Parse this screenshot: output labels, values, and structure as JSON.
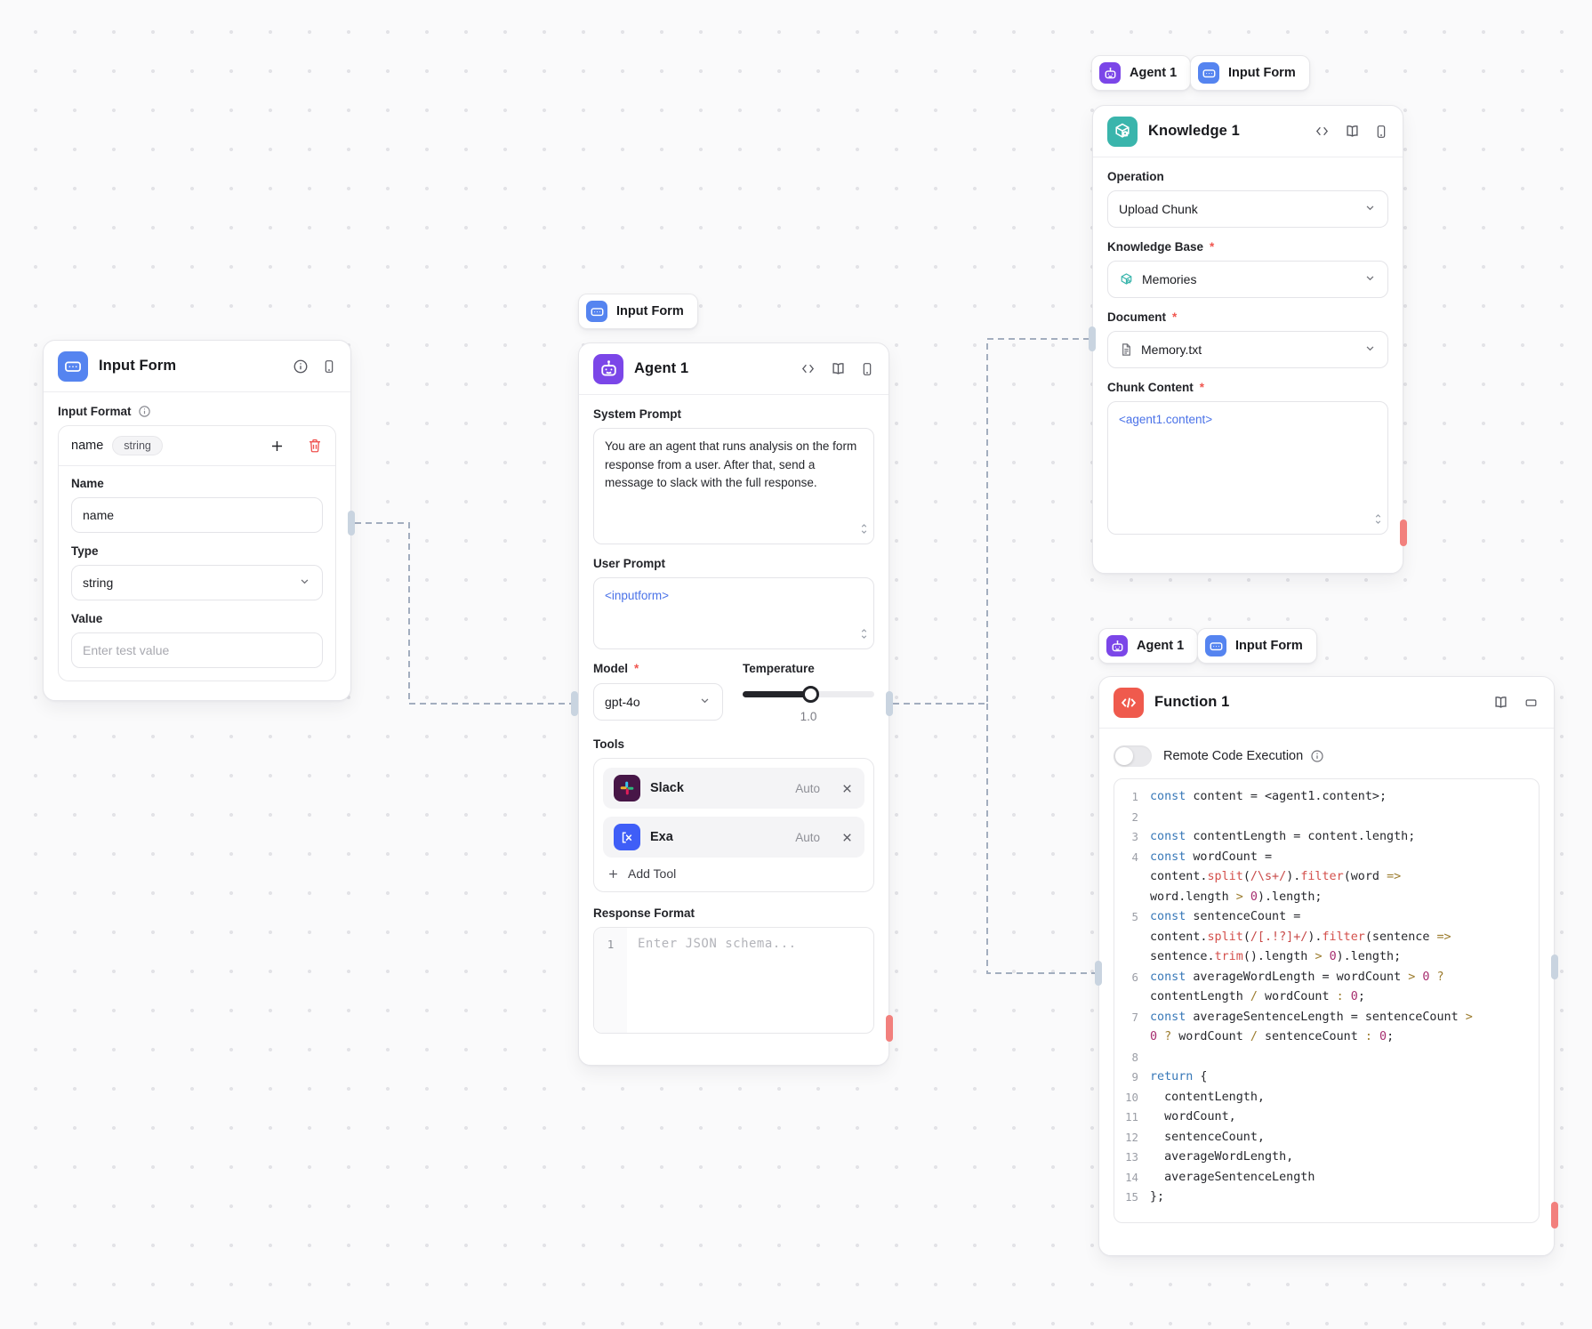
{
  "colors": {
    "agent_accent": "#7b46e8",
    "input_form_accent": "#5584f0",
    "knowledge_accent": "#3ab5ac",
    "function_accent": "#ef5a4d",
    "slack_tile": "#471647",
    "exa_tile": "#3f5ef7",
    "handle": "#c9d4e0",
    "error_handle": "#f2807d",
    "template_tag": "#4a72e8"
  },
  "pills": {
    "above_agent": [
      {
        "label": "Input Form"
      }
    ],
    "above_knowledge": [
      {
        "label": "Agent 1"
      },
      {
        "label": "Input Form"
      }
    ],
    "above_function": [
      {
        "label": "Agent 1"
      },
      {
        "label": "Input Form"
      }
    ]
  },
  "input_form_node": {
    "title": "Input Form",
    "input_format_label": "Input Format",
    "field_row": {
      "name": "name",
      "type_badge": "string"
    },
    "name_label": "Name",
    "name_value": "name",
    "type_label": "Type",
    "type_value": "string",
    "value_label": "Value",
    "value_placeholder": "Enter test value"
  },
  "agent_node": {
    "title": "Agent 1",
    "system_prompt_label": "System Prompt",
    "system_prompt_value": "You are an agent that runs analysis on the form response from a user. After that, send a message to slack with the full response.",
    "user_prompt_label": "User Prompt",
    "user_prompt_value": "<inputform>",
    "model_label": "Model",
    "model_value": "gpt-4o",
    "temperature_label": "Temperature",
    "temperature_value": "1.0",
    "tools_label": "Tools",
    "tools": [
      {
        "name": "Slack",
        "mode": "Auto"
      },
      {
        "name": "Exa",
        "mode": "Auto"
      }
    ],
    "add_tool_label": "Add Tool",
    "response_format_label": "Response Format",
    "response_format_gutter": "1",
    "response_format_placeholder": "Enter JSON schema..."
  },
  "knowledge_node": {
    "title": "Knowledge 1",
    "operation_label": "Operation",
    "operation_value": "Upload Chunk",
    "knowledge_base_label": "Knowledge Base",
    "knowledge_base_value": "Memories",
    "document_label": "Document",
    "document_value": "Memory.txt",
    "chunk_content_label": "Chunk Content",
    "chunk_content_value": "<agent1.content>"
  },
  "function_node": {
    "title": "Function 1",
    "remote_toggle_label": "Remote Code Execution",
    "code_rows": [
      {
        "n": "1",
        "parts": [
          [
            "kw",
            "const"
          ],
          [
            "pl",
            " content = <agent1.content>;"
          ]
        ]
      },
      {
        "n": "2",
        "parts": []
      },
      {
        "n": "3",
        "parts": [
          [
            "kw",
            "const"
          ],
          [
            "pl",
            " contentLength = content.length;"
          ]
        ]
      },
      {
        "n": "4",
        "parts": [
          [
            "kw",
            "const"
          ],
          [
            "pl",
            " wordCount ="
          ]
        ]
      },
      {
        "n": "",
        "parts": [
          [
            "pl",
            "content."
          ],
          [
            "fn",
            "split"
          ],
          [
            "pl",
            "("
          ],
          [
            "re",
            "/\\s+/"
          ],
          [
            "pl",
            ")."
          ],
          [
            "fn",
            "filter"
          ],
          [
            "pl",
            "(word "
          ],
          [
            "op",
            "=>"
          ]
        ]
      },
      {
        "n": "",
        "parts": [
          [
            "pl",
            "word.length "
          ],
          [
            "op",
            ">"
          ],
          [
            "pl",
            " "
          ],
          [
            "num",
            "0"
          ],
          [
            "pl",
            ").length;"
          ]
        ]
      },
      {
        "n": "5",
        "parts": [
          [
            "kw",
            "const"
          ],
          [
            "pl",
            " sentenceCount ="
          ]
        ]
      },
      {
        "n": "",
        "parts": [
          [
            "pl",
            "content."
          ],
          [
            "fn",
            "split"
          ],
          [
            "pl",
            "("
          ],
          [
            "re",
            "/[.!?]+/"
          ],
          [
            "pl",
            ")."
          ],
          [
            "fn",
            "filter"
          ],
          [
            "pl",
            "(sentence "
          ],
          [
            "op",
            "=>"
          ]
        ]
      },
      {
        "n": "",
        "parts": [
          [
            "pl",
            "sentence."
          ],
          [
            "fn",
            "trim"
          ],
          [
            "pl",
            "().length "
          ],
          [
            "op",
            ">"
          ],
          [
            "pl",
            " "
          ],
          [
            "num",
            "0"
          ],
          [
            "pl",
            ").length;"
          ]
        ]
      },
      {
        "n": "6",
        "parts": [
          [
            "kw",
            "const"
          ],
          [
            "pl",
            " averageWordLength = wordCount "
          ],
          [
            "op",
            ">"
          ],
          [
            "pl",
            " "
          ],
          [
            "num",
            "0"
          ],
          [
            "pl",
            " "
          ],
          [
            "op",
            "?"
          ]
        ]
      },
      {
        "n": "",
        "parts": [
          [
            "pl",
            "contentLength "
          ],
          [
            "op",
            "/"
          ],
          [
            "pl",
            " wordCount "
          ],
          [
            "op",
            ":"
          ],
          [
            "pl",
            " "
          ],
          [
            "num",
            "0"
          ],
          [
            "pl",
            ";"
          ]
        ]
      },
      {
        "n": "7",
        "parts": [
          [
            "kw",
            "const"
          ],
          [
            "pl",
            " averageSentenceLength = sentenceCount "
          ],
          [
            "op",
            ">"
          ]
        ]
      },
      {
        "n": "",
        "parts": [
          [
            "num",
            "0"
          ],
          [
            "pl",
            " "
          ],
          [
            "op",
            "?"
          ],
          [
            "pl",
            " wordCount "
          ],
          [
            "op",
            "/"
          ],
          [
            "pl",
            " sentenceCount "
          ],
          [
            "op",
            ":"
          ],
          [
            "pl",
            " "
          ],
          [
            "num",
            "0"
          ],
          [
            "pl",
            ";"
          ]
        ]
      },
      {
        "n": "8",
        "parts": []
      },
      {
        "n": "9",
        "parts": [
          [
            "kw",
            "return"
          ],
          [
            "pl",
            " {"
          ]
        ]
      },
      {
        "n": "10",
        "parts": [
          [
            "pl",
            "  contentLength,"
          ]
        ]
      },
      {
        "n": "11",
        "parts": [
          [
            "pl",
            "  wordCount,"
          ]
        ]
      },
      {
        "n": "12",
        "parts": [
          [
            "pl",
            "  sentenceCount,"
          ]
        ]
      },
      {
        "n": "13",
        "parts": [
          [
            "pl",
            "  averageWordLength,"
          ]
        ]
      },
      {
        "n": "14",
        "parts": [
          [
            "pl",
            "  averageSentenceLength"
          ]
        ]
      },
      {
        "n": "15",
        "parts": [
          [
            "pl",
            "};"
          ]
        ]
      }
    ]
  }
}
